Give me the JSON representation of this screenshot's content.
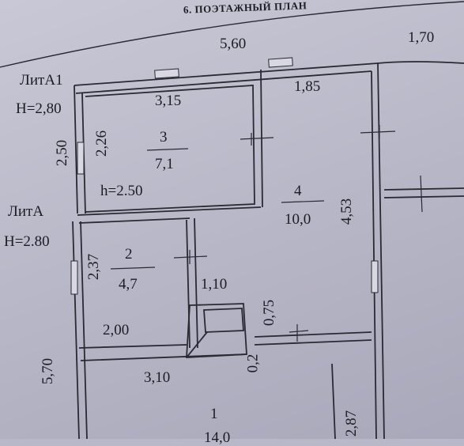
{
  "header": {
    "title": "6. ПОЭТАЖНЫЙ ПЛАН"
  },
  "lit_a1": {
    "name": "ЛитА1",
    "height": "H=2,80"
  },
  "lit_a": {
    "name": "ЛитА",
    "height": "H=2.80"
  },
  "dims": {
    "top_width": "5,60",
    "top_right_width": "1,70",
    "room3_width": "3,15",
    "room3_height": "2,26",
    "left_upper": "2,50",
    "top_mid": "1,85",
    "room4_height": "4,53",
    "room2_height": "2,37",
    "corridor_width": "1,10",
    "stair_height": "0,75",
    "room2_width": "2,00",
    "room1_width": "3,10",
    "small_gap": "0,2",
    "left_lower": "5,70",
    "bottom_right": "2,87"
  },
  "ceiling_note": "h=2.50",
  "rooms": [
    {
      "number": "3",
      "area": "7,1"
    },
    {
      "number": "4",
      "area": "10,0"
    },
    {
      "number": "2",
      "area": "4,7"
    },
    {
      "number": "1",
      "area": "14,0"
    }
  ]
}
